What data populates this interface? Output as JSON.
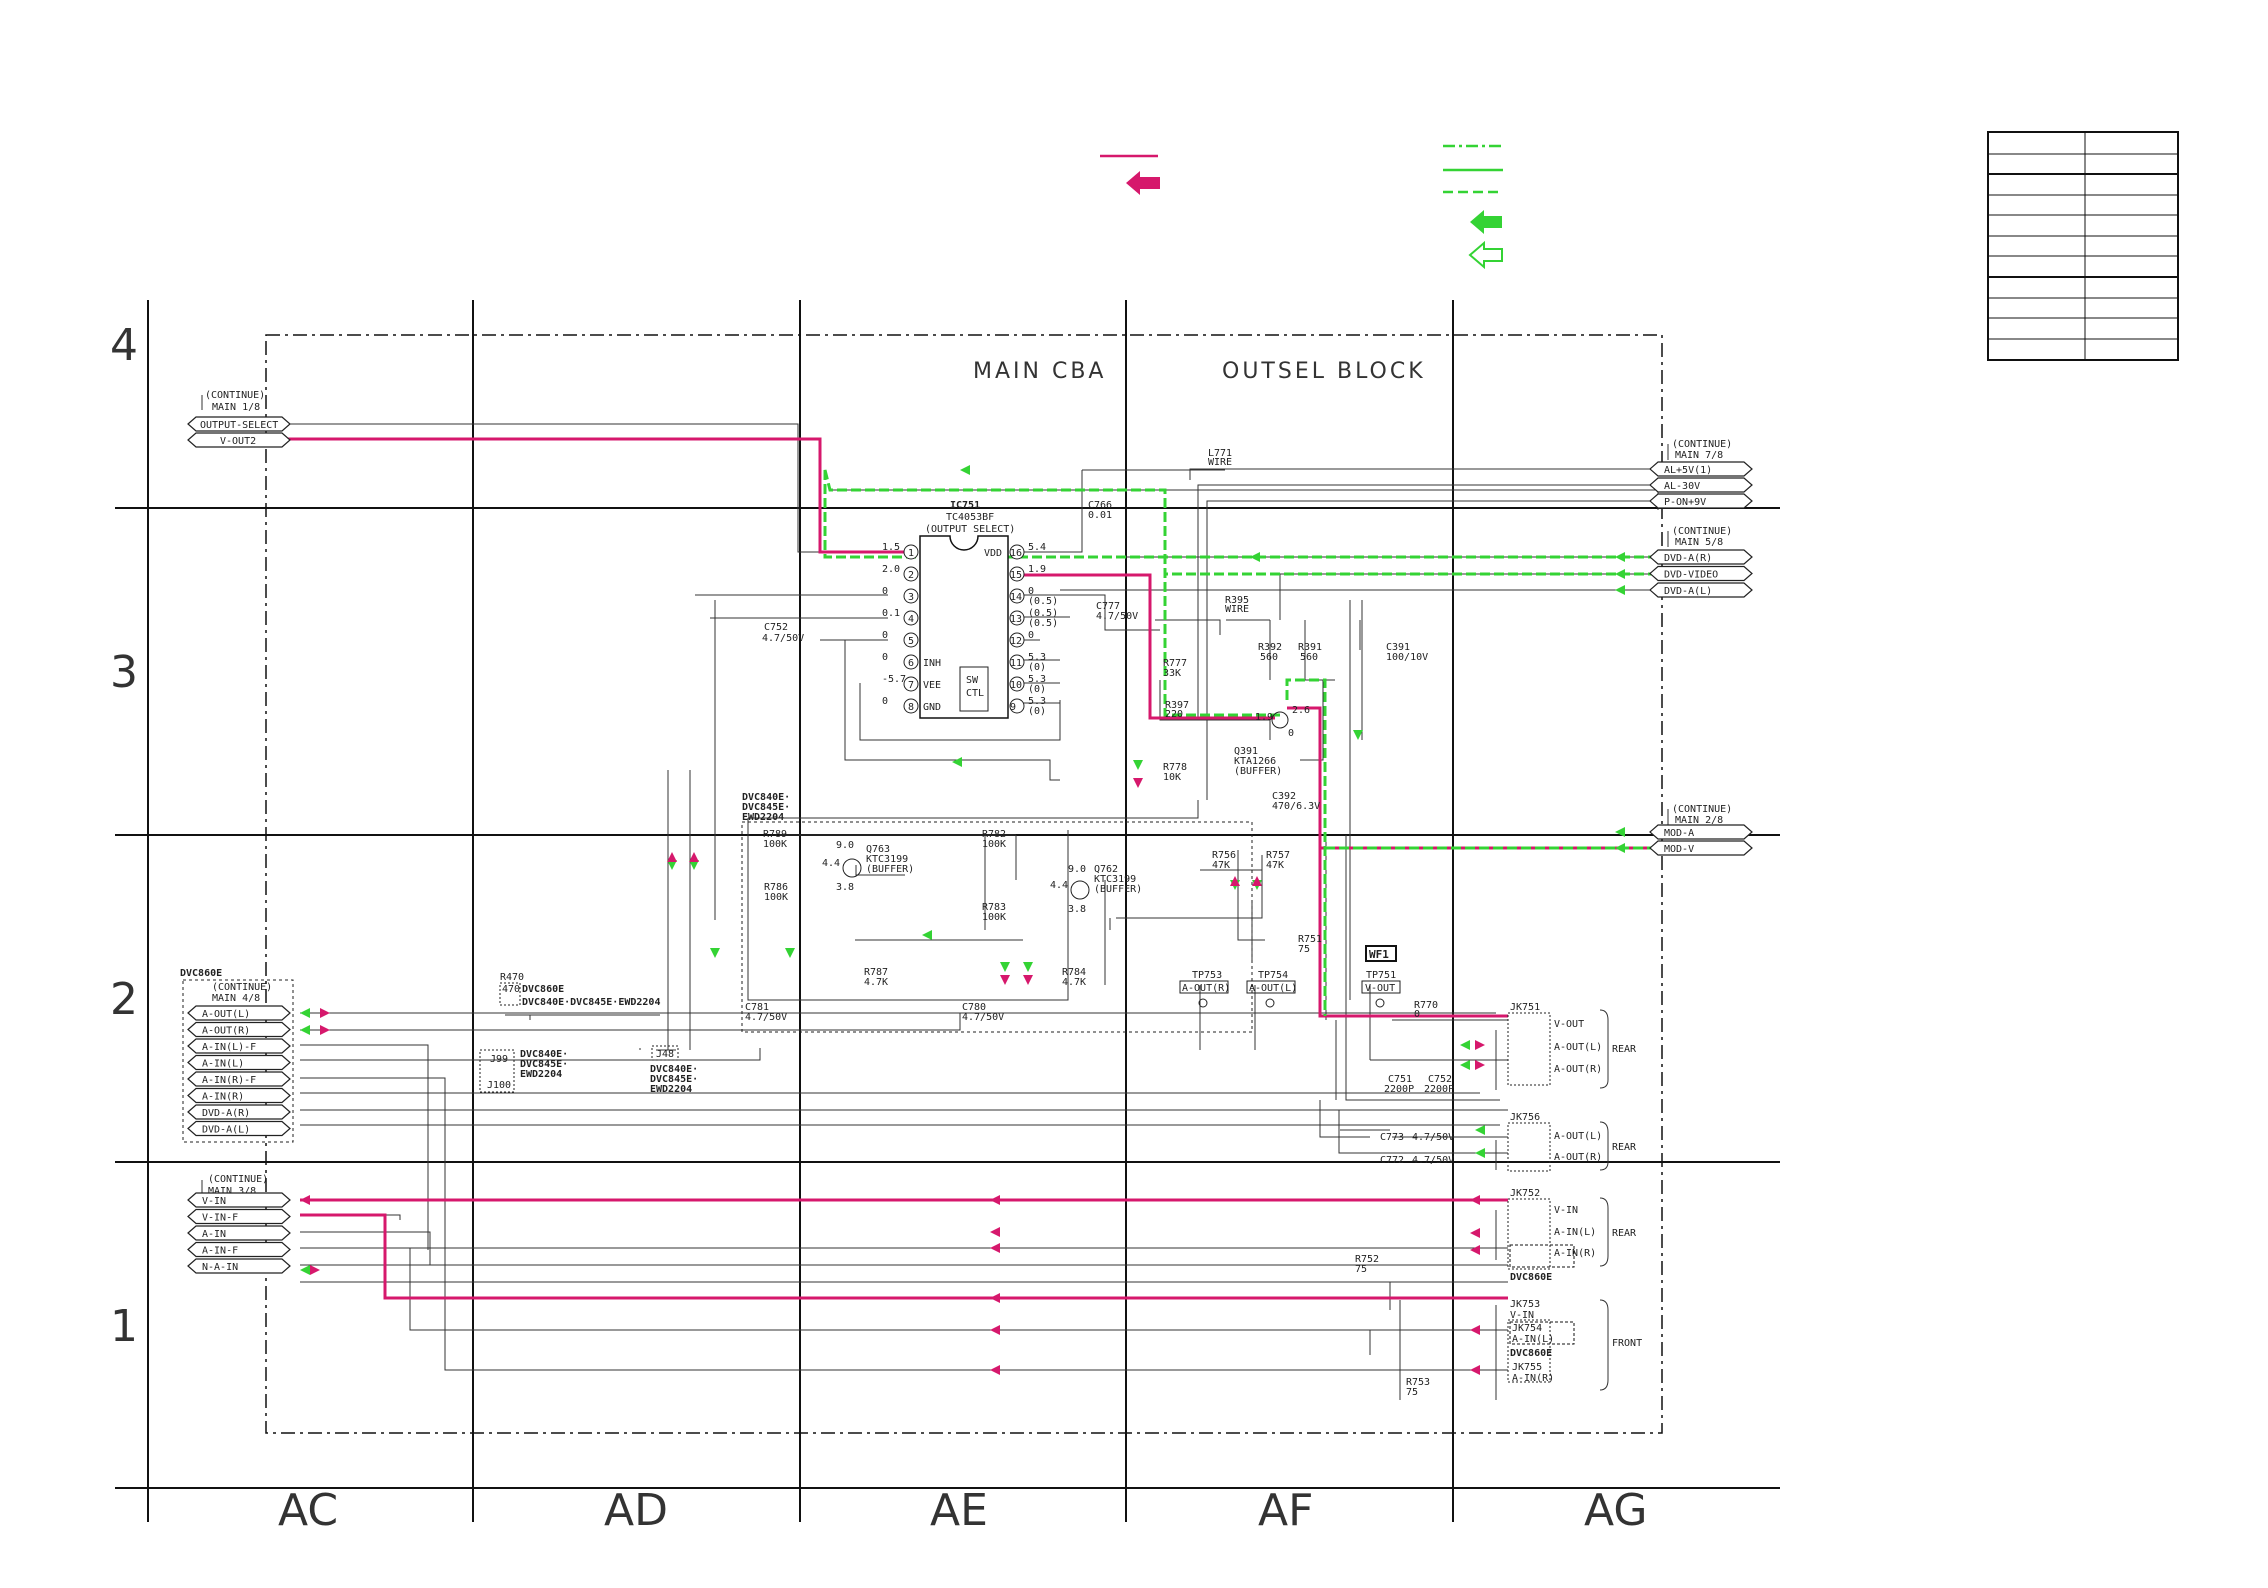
{
  "title_left": "MAIN CBA",
  "title_right": "OUTSEL BLOCK",
  "row_labels": [
    "4",
    "3",
    "2",
    "1"
  ],
  "column_labels": [
    "AC",
    "AD",
    "AE",
    "AF",
    "AG"
  ],
  "colors": {
    "pink": "#d6186c",
    "green": "#34d334",
    "wire": "#333333"
  },
  "connectors_left": {
    "block_1": {
      "continue": [
        "(CONTINUE)",
        "MAIN 1/8"
      ],
      "pins": [
        "OUTPUT-SELECT",
        "V-OUT2"
      ]
    },
    "block_4": {
      "variant": "DVC860E",
      "continue": [
        "(CONTINUE)",
        "MAIN 4/8"
      ],
      "pins": [
        "A-OUT(L)",
        "A-OUT(R)",
        "A-IN(L)-F",
        "A-IN(L)",
        "A-IN(R)-F",
        "A-IN(R)",
        "DVD-A(R)",
        "DVD-A(L)"
      ]
    },
    "block_3": {
      "continue": [
        "(CONTINUE)",
        "MAIN 3/8"
      ],
      "pins": [
        "V-IN",
        "V-IN-F",
        "A-IN",
        "A-IN-F",
        "N-A-IN"
      ]
    }
  },
  "connectors_right": {
    "block_7": {
      "continue": [
        "(CONTINUE)",
        "MAIN 7/8"
      ],
      "pins": [
        "AL+5V(1)",
        "AL-30V",
        "P-ON+9V"
      ]
    },
    "block_5": {
      "continue": [
        "(CONTINUE)",
        "MAIN 5/8"
      ],
      "pins": [
        "DVD-A(R)",
        "DVD-VIDEO",
        "DVD-A(L)"
      ]
    },
    "block_2": {
      "continue": [
        "(CONTINUE)",
        "MAIN 2/8"
      ],
      "pins": [
        "MOD-A",
        "MOD-V"
      ]
    }
  },
  "ic": {
    "ref": "IC751",
    "part": "TC4053BF",
    "function": "(OUTPUT SELECT)",
    "pins_left": [
      "1",
      "2",
      "3",
      "4",
      "5",
      "6",
      "7",
      "8"
    ],
    "pins_right": [
      "16",
      "15",
      "14",
      "13",
      "12",
      "11",
      "10",
      "9"
    ],
    "names_left": [
      "",
      "",
      "",
      "",
      "",
      "INH",
      "VEE",
      "GND"
    ],
    "names_right": [
      "VDD",
      "",
      "",
      "",
      "",
      "",
      "",
      ""
    ],
    "volts_left": [
      "1.5",
      "2.0",
      "0",
      "0.1",
      "0",
      "0",
      "-5.7",
      "0"
    ],
    "volts_right": [
      "5.4",
      "1.9",
      "0",
      "(0.5)",
      "0",
      "5.3",
      "5.3",
      "5.3"
    ],
    "volts_right2": [
      "",
      "",
      "(0.5)",
      "(0.5)",
      "",
      "(0)",
      "(0)",
      "(0)"
    ],
    "sw": [
      "SW",
      "CTL"
    ]
  },
  "parts": {
    "l771": [
      "L771",
      "WIRE"
    ],
    "c766": [
      "C766",
      "0.01"
    ],
    "c777": [
      "C777",
      "4.7/50V"
    ],
    "r395": [
      "R395",
      "WIRE"
    ],
    "c752a": [
      "C752",
      "4.7/50V"
    ],
    "r392": [
      "R392",
      "560"
    ],
    "r391": [
      "R391",
      "560"
    ],
    "c391": [
      "C391",
      "100/10V"
    ],
    "r777": [
      "R777",
      "33K"
    ],
    "r397": [
      "R397",
      "220"
    ],
    "q391": [
      "Q391",
      "KTA1266",
      "(BUFFER)"
    ],
    "q391_v": [
      "1.9",
      "2.6",
      "0"
    ],
    "r778": [
      "R778",
      "10K"
    ],
    "c392": [
      "C392",
      "470/6.3V"
    ],
    "variant_block": [
      "DVC840E·",
      "DVC845E·",
      "EWD2204"
    ],
    "r789": [
      "R789",
      "100K"
    ],
    "r782": [
      "R782",
      "100K"
    ],
    "q763": [
      "Q763",
      "KTC3199",
      "(BUFFER)"
    ],
    "q763_v": [
      "9.0",
      "4.4",
      "3.8"
    ],
    "q762": [
      "Q762",
      "KTC3199",
      "(BUFFER)"
    ],
    "q762_v": [
      "9.0",
      "4.4",
      "3.8"
    ],
    "r786": [
      "R786",
      "100K"
    ],
    "r783": [
      "R783",
      "100K"
    ],
    "r756": [
      "R756",
      "47K"
    ],
    "r757": [
      "R757",
      "47K"
    ],
    "r787": [
      "R787",
      "4.7K"
    ],
    "r784": [
      "R784",
      "4.7K"
    ],
    "c781": [
      "C781",
      "4.7/50V"
    ],
    "c780": [
      "C780",
      "4.7/50V"
    ],
    "r751": [
      "R751",
      "75"
    ],
    "tp753": [
      "TP753",
      "A-OUT(R)"
    ],
    "tp754": [
      "TP754",
      "A-OUT(L)"
    ],
    "tp751": [
      "TP751",
      "V-OUT"
    ],
    "wf1": "WF1",
    "r770": [
      "R770",
      "0"
    ],
    "c751": [
      "C751",
      "2200P"
    ],
    "c752b": [
      "C752",
      "2200P"
    ],
    "c773": [
      "C773",
      "4.7/50V"
    ],
    "c772": [
      "C772",
      "4.7/50V"
    ],
    "r752": [
      "R752",
      "75"
    ],
    "r753": [
      "R753",
      "75"
    ],
    "r470": [
      "R470",
      "470"
    ],
    "r470_note": "DVC860E",
    "r470_variant": "DVC840E·DVC845E·EWD2204",
    "j99": "J99",
    "j100": "J100",
    "j99_variant": [
      "DVC840E·",
      "DVC845E·",
      "EWD2204"
    ],
    "j48": "J48",
    "j48_variant": [
      "DVC840E·",
      "DVC845E·",
      "EWD2204"
    ]
  },
  "jacks": {
    "jk751": {
      "ref": "JK751",
      "lines": [
        "V-OUT",
        "A-OUT(L)",
        "A-OUT(R)"
      ],
      "side": "REAR"
    },
    "jk756": {
      "ref": "JK756",
      "lines": [
        "A-OUT(L)",
        "A-OUT(R)"
      ],
      "side": "REAR"
    },
    "jk752": {
      "ref": "JK752",
      "lines": [
        "V-IN",
        "A-IN(L)",
        "A-IN(R)"
      ],
      "side": "REAR",
      "note": "DVC860E"
    },
    "jk753": {
      "ref": "JK753",
      "lines": [
        "V-IN"
      ],
      "side": "FRONT"
    },
    "jk754": {
      "ref": "JK754",
      "lines": [
        "A-IN(L)"
      ],
      "note": "DVC860E"
    },
    "jk755": {
      "ref": "JK755",
      "lines": [
        "A-IN(R)"
      ]
    }
  }
}
